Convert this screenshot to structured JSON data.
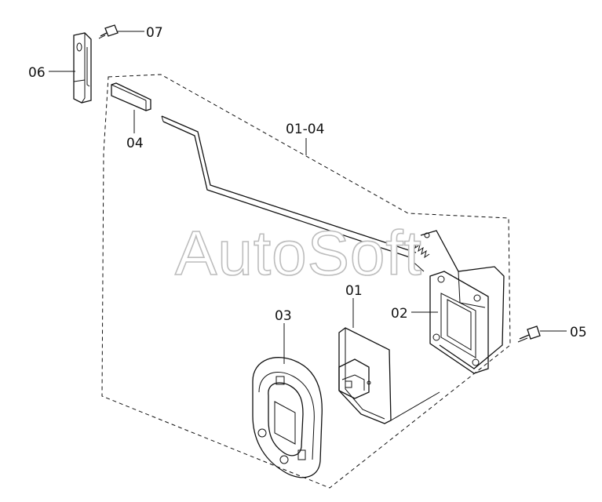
{
  "diagram": {
    "watermark": "AutoSoft",
    "labels": {
      "p01": "01",
      "p02": "02",
      "p03": "03",
      "p04": "04",
      "p05": "05",
      "p06": "06",
      "p07": "07",
      "group": "01-04"
    },
    "colors": {
      "line": "#111111",
      "watermark_outline": "#bdbdbd",
      "background": "#ffffff"
    }
  }
}
